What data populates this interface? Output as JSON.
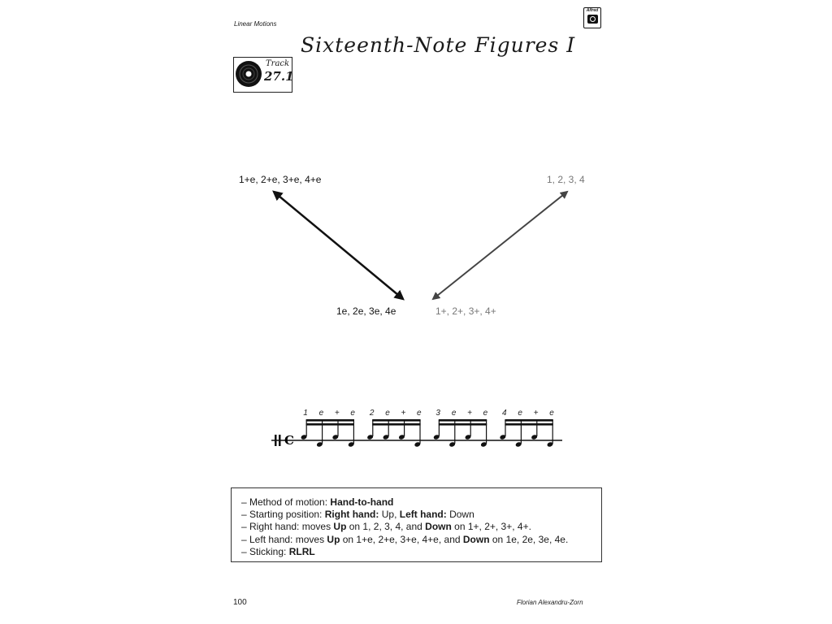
{
  "header": {
    "section": "Linear Motions",
    "logo_text": "Alfred",
    "title": "Sixteenth-Note Figures I"
  },
  "track": {
    "label": "Track",
    "number": "27.1"
  },
  "diagram": {
    "top_left": "1+e, 2+e, 3+e, 4+e",
    "top_right": "1, 2, 3, 4",
    "bottom_left": "1e, 2e, 3e, 4e",
    "bottom_right": "1+, 2+, 3+, 4+"
  },
  "notation": {
    "counts": [
      "1",
      "e",
      "+",
      "e",
      "2",
      "e",
      "+",
      "e",
      "3",
      "e",
      "+",
      "e",
      "4",
      "e",
      "+",
      "e"
    ],
    "stems": [
      "up",
      "down",
      "up",
      "down",
      "up",
      "up",
      "up",
      "down",
      "up",
      "down",
      "up",
      "down",
      "up",
      "down",
      "up",
      "down"
    ],
    "time_signature": "common"
  },
  "info": {
    "lines": [
      {
        "parts": [
          {
            "t": "– Method of motion: ",
            "b": false
          },
          {
            "t": "Hand-to-hand",
            "b": true
          }
        ]
      },
      {
        "parts": [
          {
            "t": "– Starting position: ",
            "b": false
          },
          {
            "t": "Right hand:",
            "b": true
          },
          {
            "t": " Up, ",
            "b": false
          },
          {
            "t": "Left hand:",
            "b": true
          },
          {
            "t": " Down",
            "b": false
          }
        ]
      },
      {
        "parts": [
          {
            "t": "– Right hand: moves ",
            "b": false
          },
          {
            "t": "Up",
            "b": true
          },
          {
            "t": " on 1, 2, 3, 4, and ",
            "b": false
          },
          {
            "t": "Down",
            "b": true
          },
          {
            "t": " on 1+, 2+, 3+, 4+.",
            "b": false
          }
        ]
      },
      {
        "parts": [
          {
            "t": "– Left hand: moves ",
            "b": false
          },
          {
            "t": "Up",
            "b": true
          },
          {
            "t": " on 1+e, 2+e, 3+e, 4+e, and ",
            "b": false
          },
          {
            "t": "Down",
            "b": true
          },
          {
            "t": " on 1e, 2e, 3e, 4e.",
            "b": false
          }
        ]
      },
      {
        "parts": [
          {
            "t": "– Sticking: ",
            "b": false
          },
          {
            "t": "RLRL",
            "b": true
          }
        ]
      }
    ]
  },
  "footer": {
    "page_number": "100",
    "author": "Florian Alexandru-Zorn"
  }
}
